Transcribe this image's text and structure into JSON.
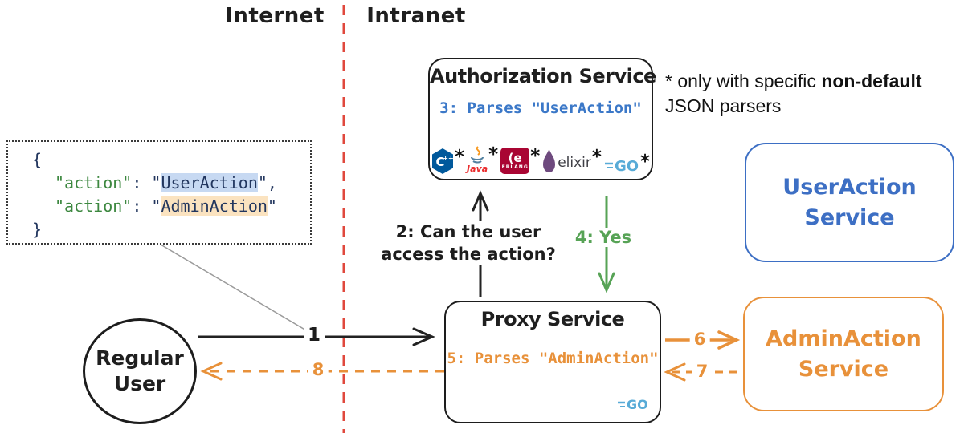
{
  "zones": {
    "internet": "Internet",
    "intranet": "Intranet"
  },
  "note": {
    "line1_prefix": "* only with specific ",
    "line1_bold": "non-default",
    "line2": "JSON parsers"
  },
  "json_snippet": {
    "brace_open": "{",
    "brace_close": "}",
    "rows": [
      {
        "key": "\"action\"",
        "colon": ": ",
        "open_quote": "\"",
        "value": "UserAction",
        "close": "\","
      },
      {
        "key": "\"action\"",
        "colon": ": ",
        "open_quote": "\"",
        "value": "AdminAction",
        "close": "\""
      }
    ]
  },
  "nodes": {
    "regular_user": {
      "line1": "Regular",
      "line2": "User"
    },
    "auth_service": {
      "title": "Authorization Service",
      "step": "3: Parses \"UserAction\"",
      "logos": [
        {
          "name": "cpp-logo",
          "label": "C",
          "plus": "++",
          "asterisk": "*"
        },
        {
          "name": "java-logo",
          "label": "Java",
          "asterisk": "*"
        },
        {
          "name": "erlang-logo",
          "glyph": "(e",
          "label": "ERLANG",
          "asterisk": "*"
        },
        {
          "name": "elixir-logo",
          "label": "elixir",
          "asterisk": "*"
        },
        {
          "name": "go-logo",
          "label": "GO",
          "asterisk": "*"
        }
      ]
    },
    "proxy_service": {
      "title": "Proxy Service",
      "step": "5: Parses \"AdminAction\"",
      "go_label": "GO"
    },
    "useraction_service": {
      "line1": "UserAction",
      "line2": "Service"
    },
    "adminaction_service": {
      "line1": "AdminAction",
      "line2": "Service"
    }
  },
  "edges": {
    "e1": "1",
    "e2_line1": "2: Can the user",
    "e2_line2": "access the action?",
    "e4": "4: Yes",
    "e6": "6",
    "e7": "7",
    "e8": "8"
  },
  "colors": {
    "red_divider": "#e0483d",
    "green": "#57a356",
    "orange": "#e8913a",
    "blue": "#3b78c8",
    "box_blue": "#3d6fc4",
    "json_key_green": "#3d8840",
    "json_navy": "#22365e",
    "highlight_blue": "#c7d9f2",
    "highlight_orange": "#fbe3c0",
    "go_blue": "#58abd7"
  }
}
